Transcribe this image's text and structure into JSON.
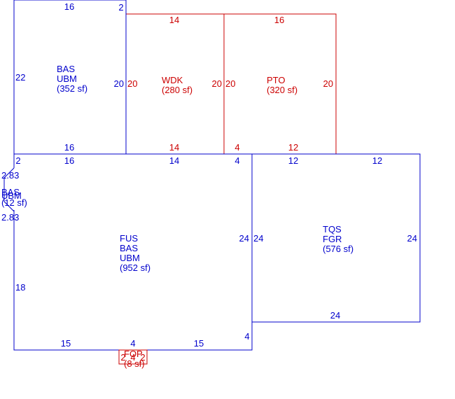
{
  "colors": {
    "living": "#0000cc",
    "exterior": "#cc0000",
    "background": "#ffffff"
  },
  "areas": {
    "upper_bas": {
      "lines": [
        "BAS",
        "UBM",
        "(352 sf)"
      ],
      "dims": {
        "top": "16",
        "corner": "2",
        "left": "22",
        "right": "20",
        "bottom": "16"
      }
    },
    "wdk": {
      "lines": [
        "WDK",
        "(280 sf)"
      ],
      "dims": {
        "top": "14",
        "left": "20",
        "right": "20",
        "bottom": "14"
      }
    },
    "pto": {
      "lines": [
        "PTO",
        "(320 sf)"
      ],
      "dims": {
        "top": "16",
        "left": "20",
        "right": "20",
        "bottom_left": "4",
        "bottom": "12"
      }
    },
    "fus": {
      "lines": [
        "FUS",
        "BAS",
        "UBM",
        "(952 sf)"
      ],
      "dims": {
        "top_left": "2",
        "top_a": "16",
        "top_b": "14",
        "top_c": "4",
        "left": "18",
        "right": "24",
        "bottom_a": "15",
        "bottom_b": "4",
        "bottom_c": "15",
        "bottom_right": "4"
      }
    },
    "bay": {
      "lines": [
        "BAS",
        "UBM",
        "(12 sf)"
      ],
      "dims": {
        "upper": "2.83",
        "lower": "2.83"
      }
    },
    "tqs": {
      "lines": [
        "TQS",
        "FGR",
        "(576 sf)"
      ],
      "dims": {
        "top_a": "12",
        "top_b": "12",
        "left": "24",
        "right": "24",
        "bottom": "24"
      }
    },
    "fop": {
      "lines": [
        "FOP",
        "(8 sf)"
      ],
      "dims": {
        "a": "2",
        "b": "4",
        "c": "2"
      }
    }
  }
}
